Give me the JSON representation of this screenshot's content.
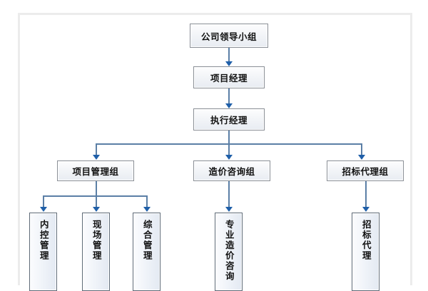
{
  "diagram": {
    "type": "organization-chart",
    "colors": {
      "box_border": "#8a8f96",
      "box_fill_top": "#fdfdfe",
      "box_fill_bottom": "#e8ecf2",
      "connector": "#5b7fa6",
      "arrowhead": "#1f5fa9",
      "frame": "#ececec",
      "background": "#ffffff"
    },
    "levels": {
      "level1": {
        "label": "公司领导小组"
      },
      "level2": {
        "label": "项目经理"
      },
      "level3": {
        "label": "执行经理"
      }
    },
    "groups": [
      {
        "label": "项目管理组"
      },
      {
        "label": "造价咨询组"
      },
      {
        "label": "招标代理组"
      }
    ],
    "leaves": [
      {
        "label": "内控管理",
        "parent": "项目管理组"
      },
      {
        "label": "现场管理",
        "parent": "项目管理组"
      },
      {
        "label": "综合管理",
        "parent": "项目管理组"
      },
      {
        "label": "专业造价咨询",
        "parent": "造价咨询组"
      },
      {
        "label": "招标代理",
        "parent": "招标代理组"
      }
    ]
  }
}
